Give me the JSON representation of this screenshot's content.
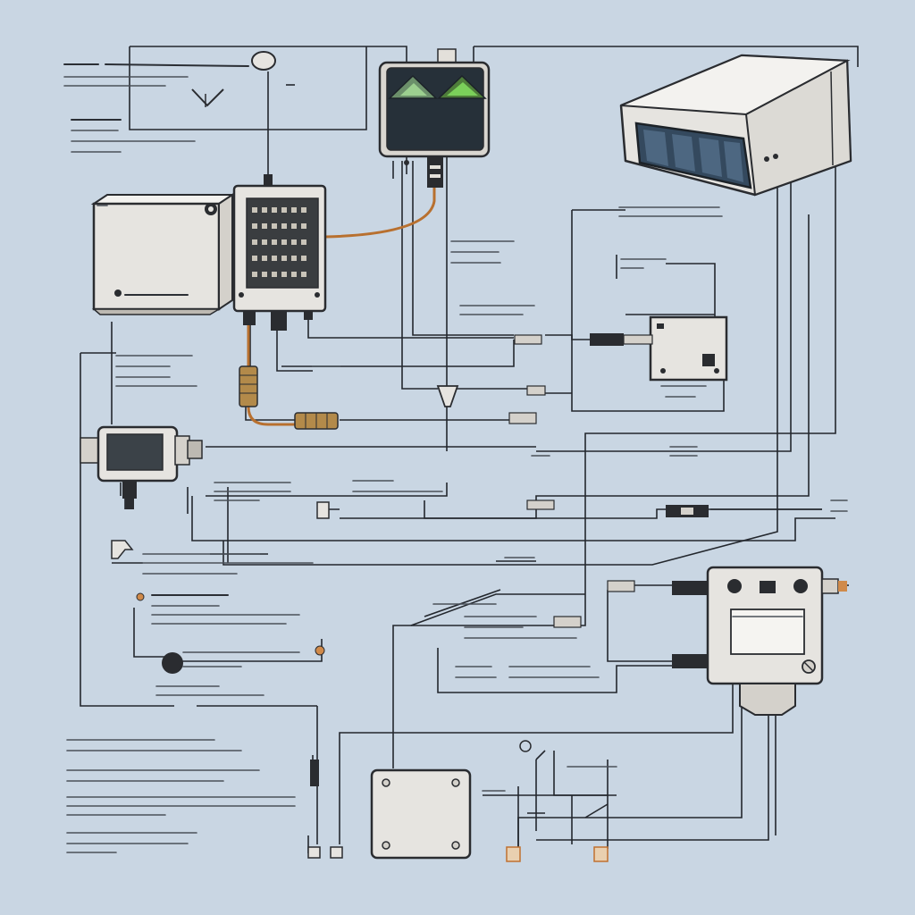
{
  "palette": {
    "background": "#c9d6e3",
    "wire": "#23272d",
    "orange_wire": "#b8702f",
    "device_body": "#e3e0da",
    "device_edge": "#2a2c30",
    "screen_dark": "#263039",
    "indicator_green": "#7bd05a",
    "camera_lens": "#34495e",
    "brass_connector": "#b38a4a"
  },
  "devices": [
    {
      "id": "camera",
      "icon": "security-camera-icon"
    },
    {
      "id": "indicator-panel",
      "icon": "led-indicator-panel-icon"
    },
    {
      "id": "junction-box",
      "icon": "junction-box-icon"
    },
    {
      "id": "terminal-block",
      "icon": "terminal-block-icon"
    },
    {
      "id": "sensor",
      "icon": "inline-sensor-icon"
    },
    {
      "id": "small-module",
      "icon": "relay-module-icon"
    },
    {
      "id": "controller",
      "icon": "controller-unit-icon"
    },
    {
      "id": "power-box",
      "icon": "power-box-icon"
    }
  ],
  "labels": {}
}
